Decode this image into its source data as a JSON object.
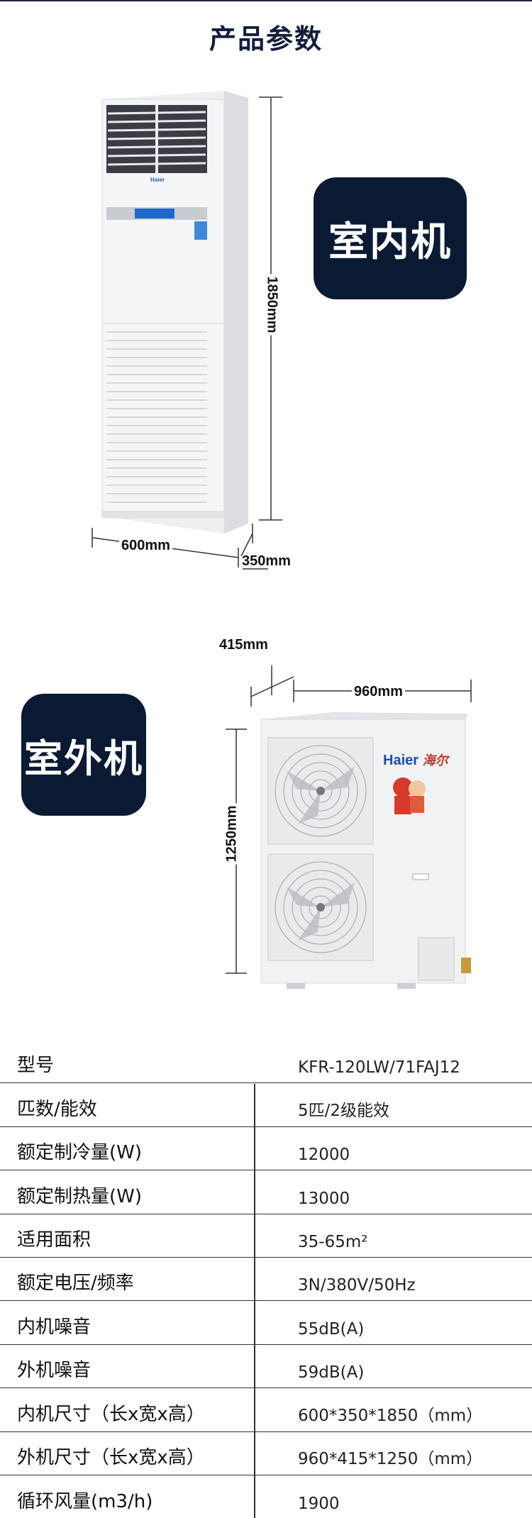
{
  "page_title": "产品参数",
  "indoor": {
    "badge": "室内机",
    "height": "1850mm",
    "width": "600mm",
    "depth": "350mm"
  },
  "outdoor": {
    "badge": "室外机",
    "brand_latin": "Haier",
    "brand_cn": "海尔",
    "depth": "415mm",
    "width": "960mm",
    "height": "1250mm"
  },
  "specs": {
    "model": {
      "label": "型号",
      "value": "KFR-120LW/71FAJ12"
    },
    "rows": [
      {
        "label": "匹数/能效",
        "value": "5匹/2级能效"
      },
      {
        "label": "额定制冷量(W)",
        "value": "12000"
      },
      {
        "label": "额定制热量(W)",
        "value": "13000"
      },
      {
        "label": "适用面积",
        "value": "35-65m²"
      },
      {
        "label": "额定电压/频率",
        "value": "3N/380V/50Hz"
      },
      {
        "label": "内机噪音",
        "value": "55dB(A)"
      },
      {
        "label": "外机噪音",
        "value": "59dB(A)"
      },
      {
        "label": "内机尺寸（长x宽x高）",
        "value": "600*350*1850（mm）"
      },
      {
        "label": "外机尺寸（长x宽x高）",
        "value": "960*415*1250（mm）"
      },
      {
        "label": "循环风量(m3/h)",
        "value": "1900"
      }
    ]
  },
  "colors": {
    "badge_bg": "#0b1a33",
    "title": "#121d3d"
  }
}
